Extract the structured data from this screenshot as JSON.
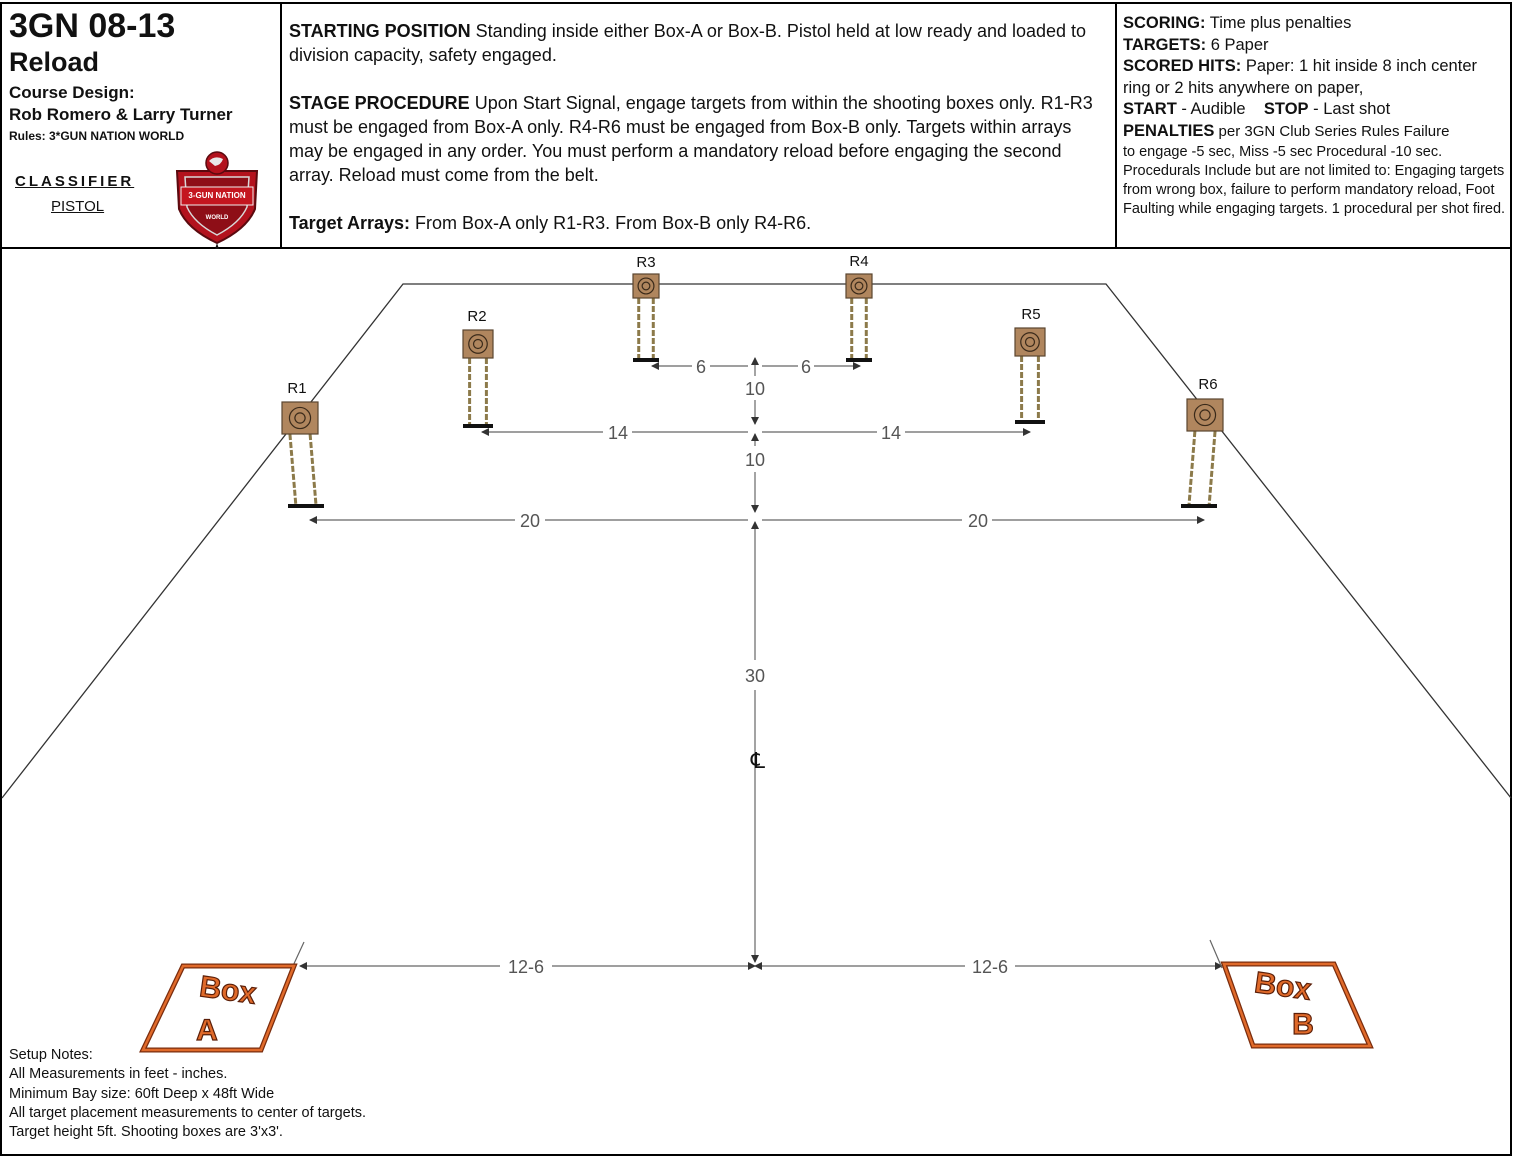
{
  "header": {
    "stage_id": "3GN 08-13",
    "stage_name": "Reload",
    "design_label": "Course Design:",
    "designers": "Rob Romero & Larry Turner",
    "rules": "Rules: 3*GUN NATION WORLD",
    "classifier": "CLASSIFIER",
    "division": "PISTOL",
    "logo_text": "3-GUN NATION",
    "logo_sub": "WORLD"
  },
  "procedure": {
    "start_label": "STARTING POSITION",
    "start_text": " Standing inside either Box-A or Box-B. Pistol held at low ready and loaded to division capacity, safety engaged.",
    "proc_label": "STAGE PROCEDURE",
    "proc_text": " Upon Start Signal, engage targets from within the shooting boxes only. R1-R3 must be engaged from Box-A only. R4-R6 must be engaged from Box-B only. Targets within arrays may be engaged in any order. You must perform a mandatory reload before engaging the second array. Reload must come from the belt.",
    "arrays_label": "Target Arrays:",
    "arrays_text": " From Box-A only R1-R3. From Box-B only R4-R6."
  },
  "scoring": {
    "scoring_label": "SCORING:",
    "scoring_value": " Time plus penalties",
    "targets_label": "TARGETS:",
    "targets_value": " 6 Paper",
    "hits_label": "SCORED HITS:",
    "hits_value": " Paper: 1 hit inside 8 inch center ring or 2 hits anywhere on paper,",
    "start_label": "START",
    "start_value": " - Audible",
    "stop_label": "STOP",
    "stop_value": " - Last shot",
    "penalties_label": "PENALTIES",
    "penalties_value": " per 3GN Club Series Rules Failure",
    "penalties_detail": "to engage -5 sec, Miss -5 sec  Procedural -10 sec. Procedurals Include but are not limited to: Engaging targets from wrong box, failure to perform mandatory reload, Foot Faulting while engaging targets. 1 procedural per shot fired."
  },
  "diagram": {
    "targets": [
      "R1",
      "R2",
      "R3",
      "R4",
      "R5",
      "R6"
    ],
    "dimensions": {
      "r3_r4_left": "6",
      "r3_r4_right": "6",
      "row1_depth": "10",
      "r2_r5_left": "14",
      "r2_r5_right": "14",
      "row2_depth": "10",
      "r1_r6_left": "20",
      "r1_r6_right": "20",
      "center_depth": "30",
      "box_a_offset": "12-6",
      "box_b_offset": "12-6"
    },
    "centerline": "℄",
    "box_a": [
      "Box",
      "A"
    ],
    "box_b": [
      "Box",
      "B"
    ]
  },
  "setup_notes": [
    "Setup Notes:",
    "All Measurements in feet - inches.",
    "Minimum Bay size: 60ft Deep x 48ft Wide",
    "All target placement measurements to center of targets.",
    "Target height 5ft. Shooting boxes are 3'x3'."
  ],
  "colors": {
    "target_fill": "#b0865e",
    "box_orange": "#d25a1c",
    "logo_red": "#b3121d"
  }
}
